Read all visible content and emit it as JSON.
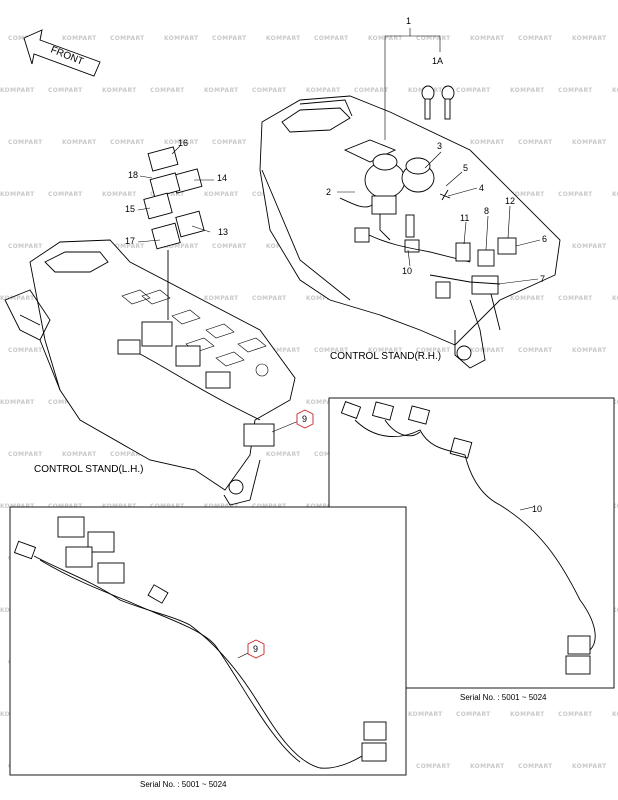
{
  "watermark": {
    "left_text": "KOMPART",
    "right_text": "COMPART"
  },
  "front_label": "FRONT",
  "captions": {
    "rh": "CONTROL STAND(R.H.)",
    "lh": "CONTROL STAND(L.H.)"
  },
  "serial": {
    "rh": "Serial No. : 5001 ~ 5024",
    "lh": "Serial No. : 5001 ~ 5024"
  },
  "callouts": {
    "c1": "1",
    "c1a": "1A",
    "c2": "2",
    "c3": "3",
    "c4": "4",
    "c5": "5",
    "c6": "6",
    "c7": "7",
    "c8": "8",
    "c9a": "9",
    "c9b": "9",
    "c10a": "10",
    "c10b": "10",
    "c11": "11",
    "c12": "12",
    "c13": "13",
    "c14": "14",
    "c15": "15",
    "c16": "16",
    "c17": "17",
    "c18": "18"
  },
  "colors": {
    "line": "#000000",
    "watermark": "#c9c9c9",
    "highlight_callout": "#cc2222"
  }
}
